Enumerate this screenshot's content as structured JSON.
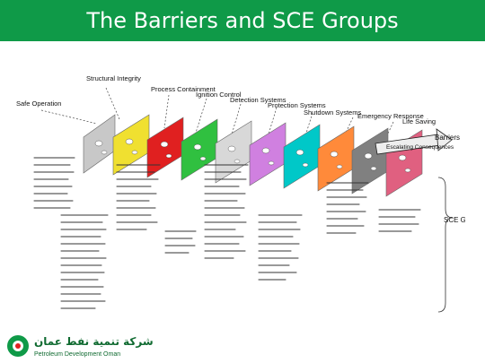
{
  "title": "The Barriers and SCE Groups",
  "colors": {
    "brand_green": "#0f9a48",
    "panels": [
      "#c8c8c8",
      "#f0e030",
      "#e02020",
      "#30c040",
      "#d8d8d8",
      "#d080e0",
      "#00c8c8",
      "#ff8a3a",
      "#808080",
      "#e06080"
    ]
  },
  "barrier_labels": {
    "safe_operation": "Safe Operation",
    "structural_integrity": "Structural Integrity",
    "process_containment": "Process Containment",
    "ignition_control": "Ignition Control",
    "detection_systems": "Detection Systems",
    "protection_systems": "Protection Systems",
    "shutdown_systems": "Shutdown Systems",
    "emergency_response": "Emergency Response",
    "life_saving": "Life Saving",
    "escalating_consequences": "Escalating Consequences"
  },
  "side_labels": {
    "barriers": "Barriers",
    "sce_groups": "SCE Groups"
  },
  "footer": {
    "company_ar": "شركة تنمية نفط عمان",
    "company_en": "Petroleum Development Oman"
  }
}
